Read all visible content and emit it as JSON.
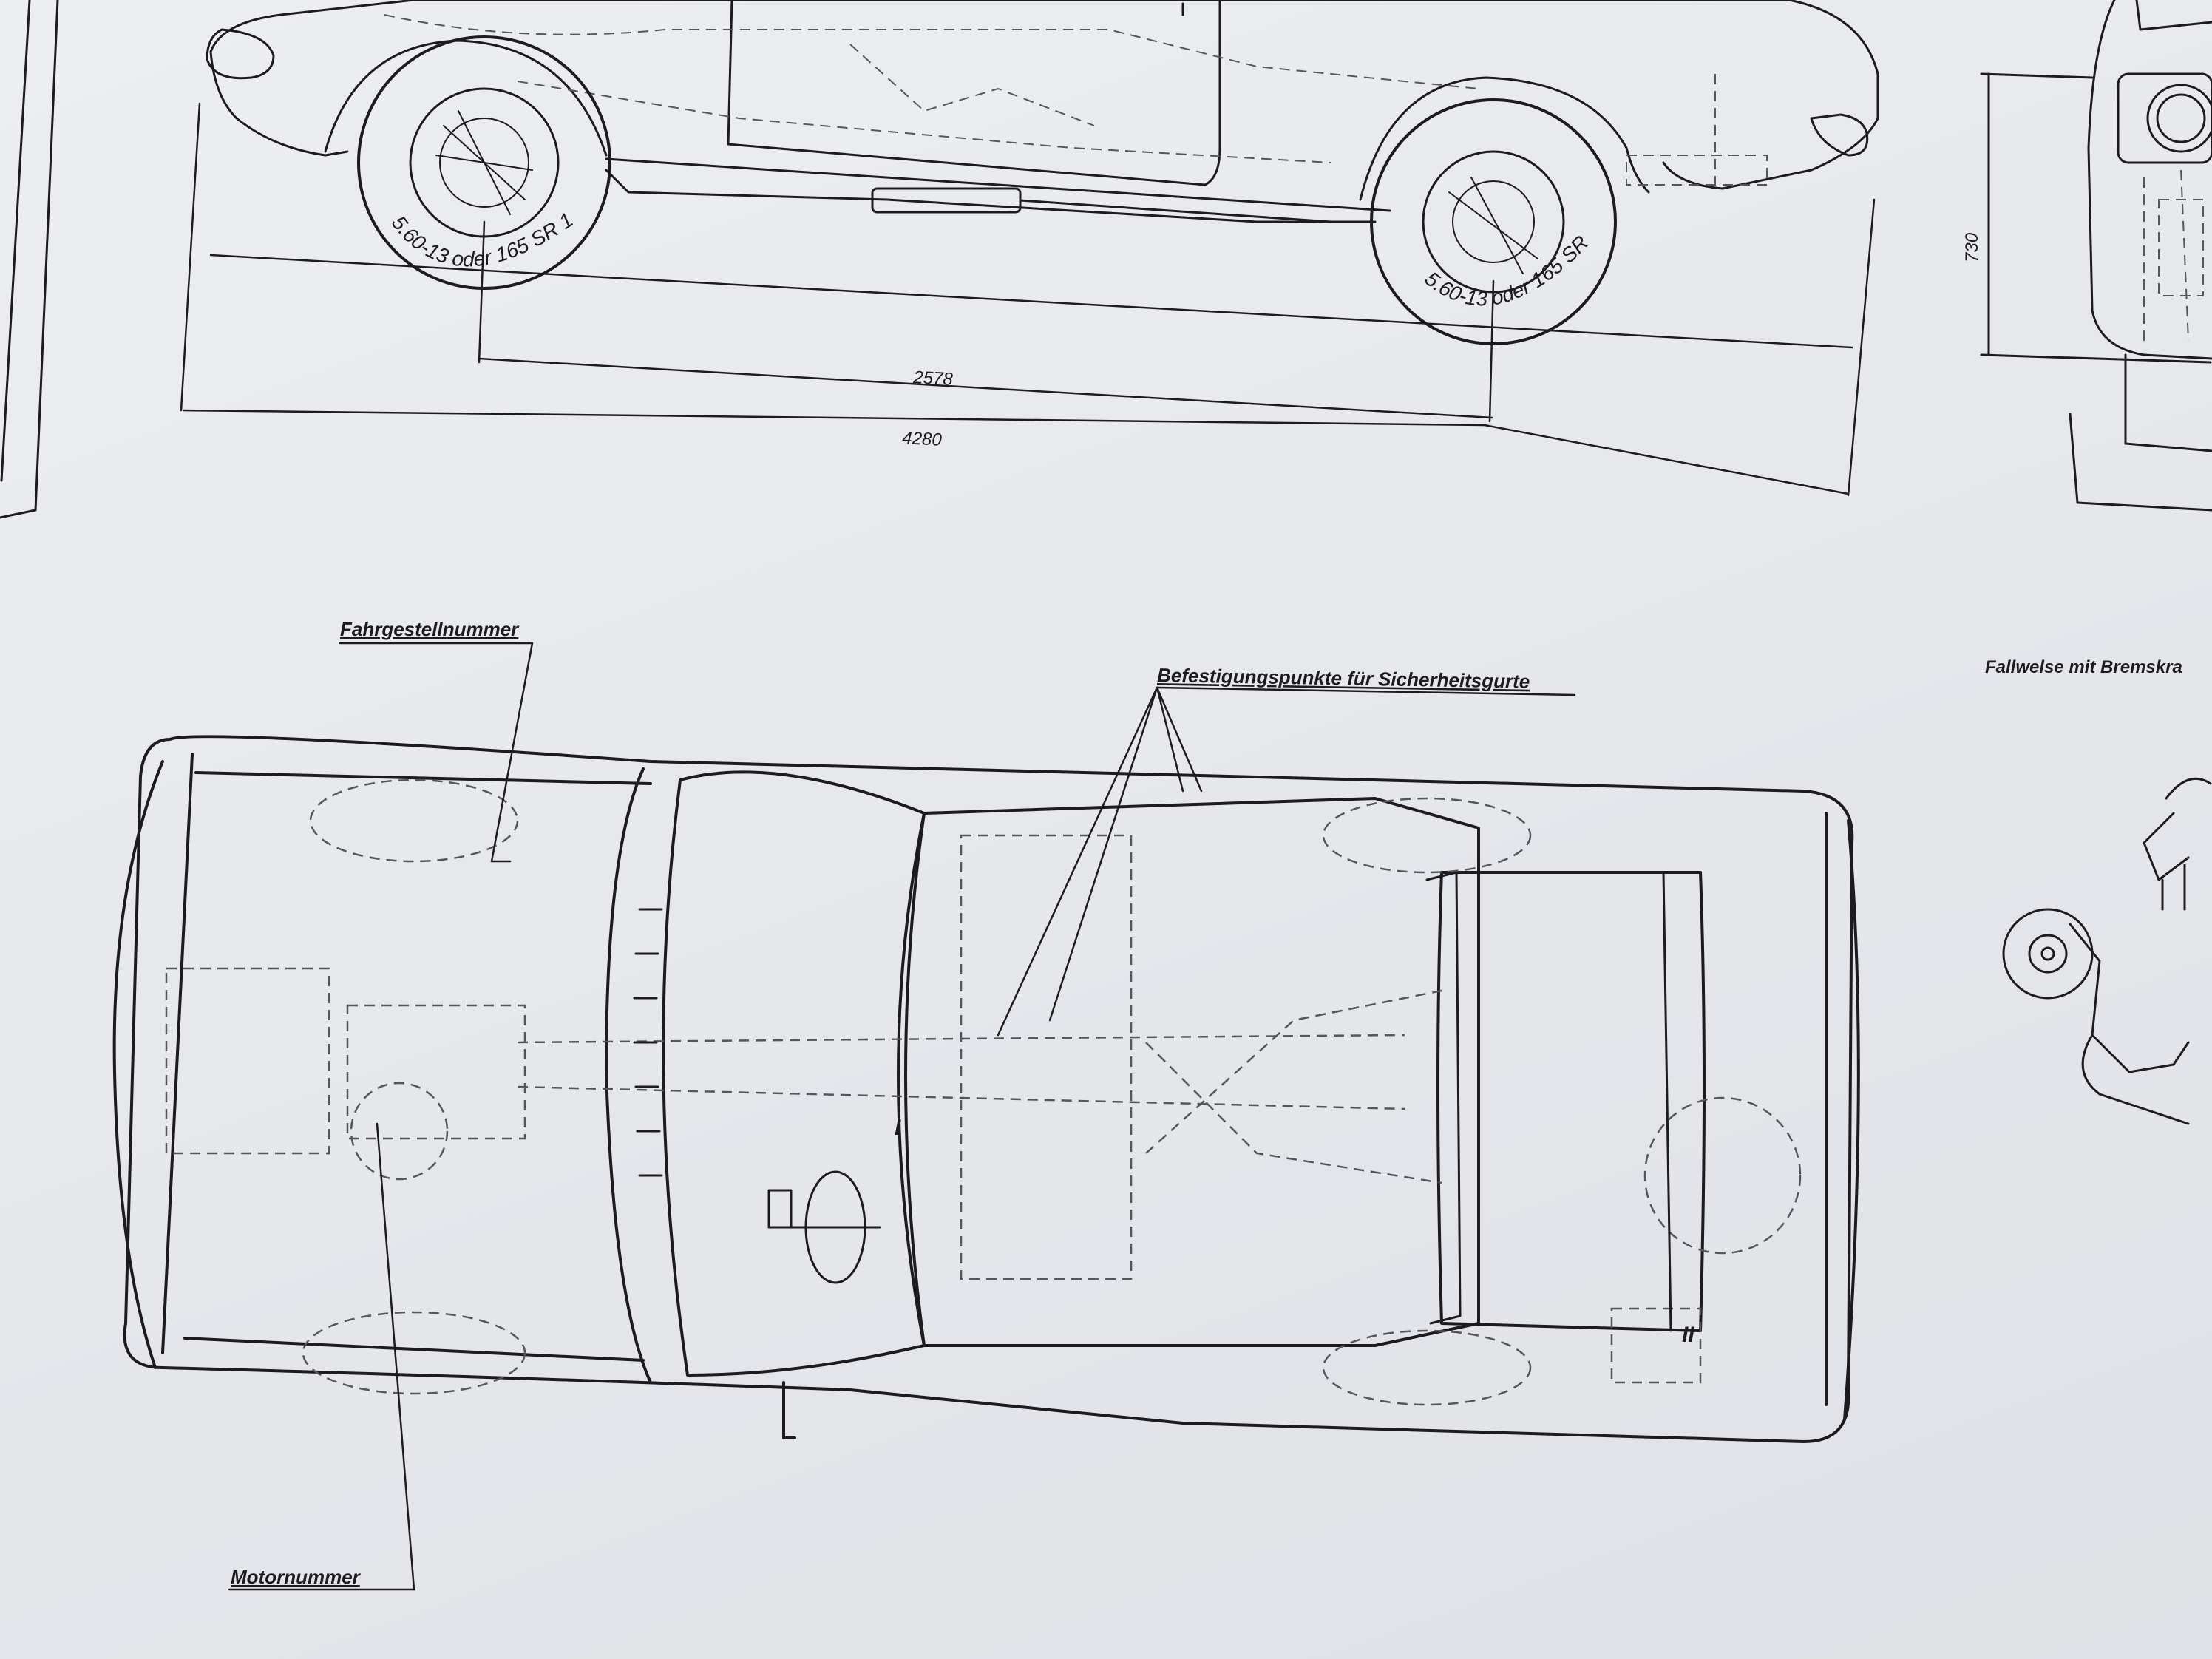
{
  "labels": {
    "chassis_number": "Fahrgestellnummer",
    "seatbelt_points": "Befestigungspunkte für Sicherheitsgurte",
    "case_with_brake": "Fallwelse mit Bremskra",
    "engine_number": "Motornummer"
  },
  "dimensions": {
    "wheelbase": "2578",
    "overall_length": "4280",
    "height": "730"
  },
  "tire_spec": {
    "front": "5.60-13 oder 165 SR 13",
    "rear": "5.60-13 oder 165 SR 13"
  },
  "markers": {
    "seat_front": "I",
    "seat_rear": "II"
  }
}
